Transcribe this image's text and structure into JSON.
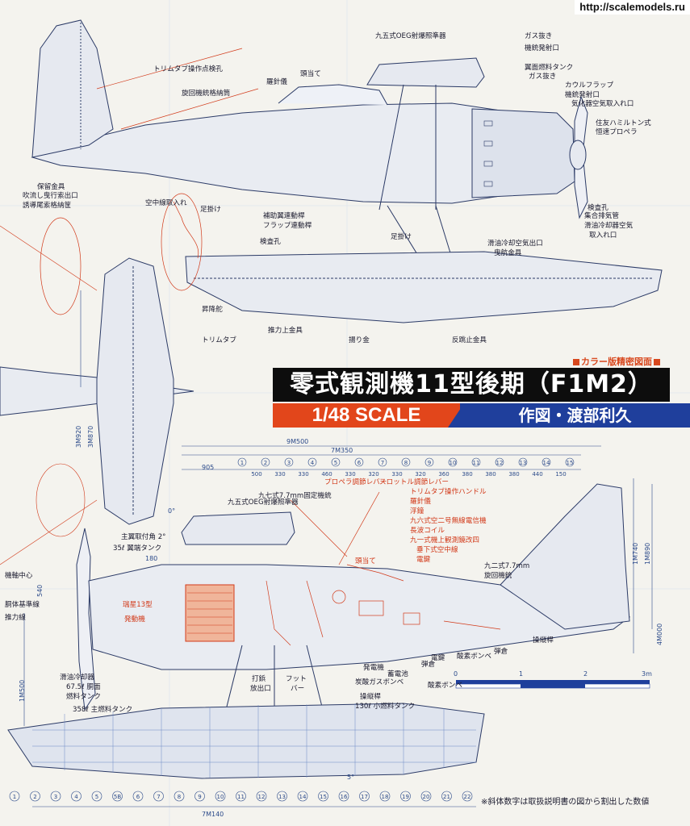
{
  "watermark": "http://scalemodels.ru",
  "header": {
    "tag": "カラー版精密図面",
    "title": "零式観測機11型後期（F1M2）",
    "scale": "1/48 SCALE",
    "author": "作図・渡部利久"
  },
  "footnote": "※斜体数字は取扱説明書の図から割出した数値",
  "top_view_labels": [
    "九五式OEG射爆照準器",
    "ガス抜き",
    "機銃発射口",
    "翼面燃料タンク",
    "ガス抜き",
    "トリムタブ操作点検孔",
    "羅針儀",
    "頭当て",
    "カウルフラップ",
    "機銃発射口",
    "旋回機銃格納筒",
    "気化器空気取入れ口",
    "住友ハミルトン式",
    "恒速プロペラ",
    "保留金具",
    "吹流し曳行索出口",
    "誘導尾索格納筐",
    "空中線取入れ",
    "足掛け",
    "補助翼連動桿",
    "フラップ連動桿",
    "検査孔",
    "集合排気管",
    "滑油冷却器空気",
    "取入れ口",
    "滑油冷却空気出口",
    "曳航金具",
    "検査孔",
    "足掛け",
    "昇降舵",
    "トリムタブ",
    "推力上金具",
    "揚り金",
    "反跳止金具"
  ],
  "bottom_view_labels": [
    "プロペラ調節レバー",
    "スロットル調節レバー",
    "九七式7.7mm固定機銃",
    "トリムタブ操作ハンドル",
    "九五式OEG射爆照準器",
    "羅針儀",
    "浮鐘",
    "九六式空二号無線電信機",
    "長波コイル",
    "九一式機上観測鏡改四",
    "垂下式空中線",
    "頭当て",
    "電鍵",
    "主翼取付角 2°",
    "35ℓ 翼端タンク",
    "九二式7.7mm",
    "旋回機銃",
    "機軸中心",
    "胴体基準線",
    "推力線",
    "瑞星13型",
    "発動機",
    "操縦桿",
    "弾倉",
    "酸素ボンベ",
    "電鍵",
    "弾倉",
    "発電機",
    "蓄電池",
    "炭酸ガスボンベ",
    "酸素ボンベ",
    "滑油冷却器",
    "67.5ℓ 胴面",
    "燃料タンク",
    "打鋲",
    "放出口",
    "フット",
    "バー",
    "操縦桿",
    "130ℓ 小燃料タンク",
    "358ℓ 主燃料タンク"
  ],
  "dimensions": {
    "overall_length": "9M500",
    "fuselage_length": "7M350",
    "float_length": "7M140",
    "span_half": "3M920",
    "span_half_b": "3M870",
    "height": "4M000",
    "tail_height_a": "1M740",
    "tail_height_b": "1M890",
    "prop_height": "1M500",
    "nose_offset": "905",
    "wing_angle": "0°",
    "float_angle": "5°",
    "engine_dim": "180",
    "nose_dim": "540",
    "station_spacings": [
      "500",
      "330",
      "330",
      "460",
      "330",
      "320",
      "330",
      "320",
      "360",
      "380",
      "380",
      "380",
      "440",
      "150"
    ],
    "station_numbers": [
      "1",
      "2",
      "3",
      "4",
      "5",
      "6",
      "7",
      "8",
      "9",
      "10",
      "11",
      "12",
      "13",
      "14",
      "15"
    ],
    "float_stations": [
      "1",
      "2",
      "3",
      "4",
      "5",
      "5B",
      "6",
      "7",
      "8",
      "9",
      "10",
      "11",
      "12",
      "13",
      "14",
      "15",
      "16",
      "17",
      "18",
      "19",
      "20",
      "21",
      "22"
    ]
  },
  "scale_ruler": {
    "ticks": [
      "0",
      "1",
      "2",
      "3m"
    ]
  }
}
